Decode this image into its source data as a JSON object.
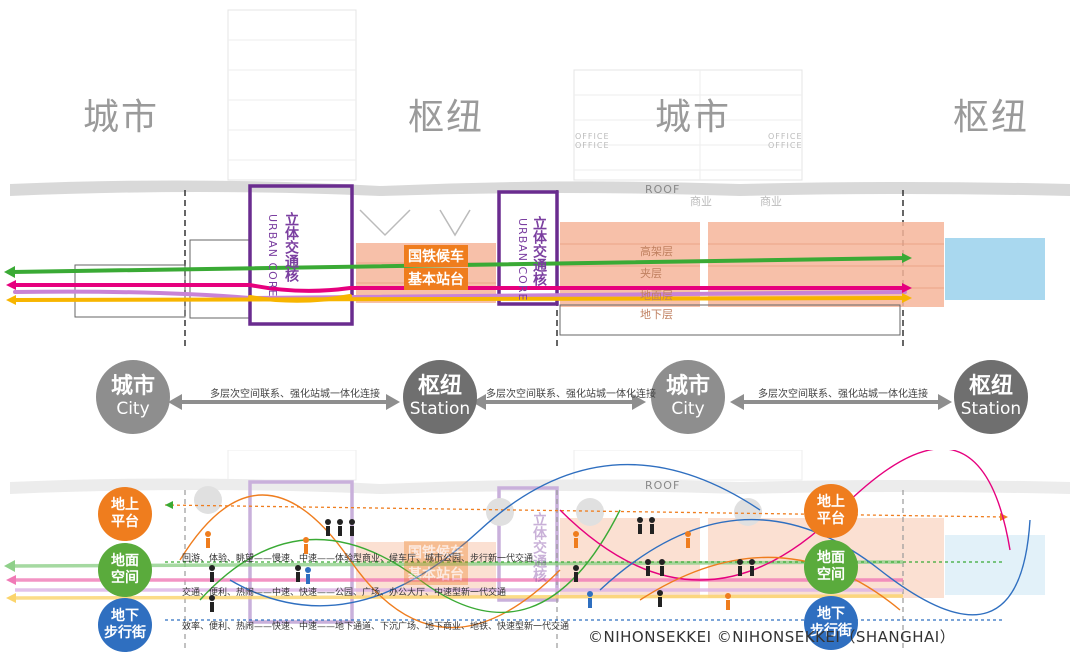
{
  "top_section": {
    "zones": [
      "城市",
      "枢纽",
      "城市",
      "枢纽"
    ],
    "roof_label": "ROOF",
    "office_label": [
      "OFFICE",
      "OFFICE"
    ],
    "tags": [
      "国铁候车",
      "基本站台"
    ],
    "core_zh": "立体交通核",
    "core_en": "URBAN CORE",
    "floor_labels": [
      "商业",
      "商业",
      "高架层",
      "夹层",
      "地面层",
      "地下层"
    ]
  },
  "middle_section": {
    "nodes": [
      {
        "zh": "城市",
        "en": "City"
      },
      {
        "zh": "枢纽",
        "en": "Station"
      },
      {
        "zh": "城市",
        "en": "City"
      },
      {
        "zh": "枢纽",
        "en": "Station"
      }
    ],
    "link_text": "多层次空间联系、强化站城一体化连接"
  },
  "bottom_section": {
    "roof_label": "ROOF",
    "levels": [
      {
        "label": "地上\n平台",
        "color": "#ef7d1e"
      },
      {
        "label": "地面\n空间",
        "color": "#5aab3c"
      },
      {
        "label": "地下\n步行街",
        "color": "#2f6fc0"
      }
    ],
    "notes": [
      "回游、体验、眺望——慢速、中速——体验型商业、候车厅、城市公园、步行新一代交通",
      "交通、便利、热闹——中速、快速——公园、广场、办公大厅、中速型新一代交通",
      "效率、便利、热闹——快速、中速——地下通道、下沉广场、地下商业、地铁、快速型新一代交通"
    ],
    "tags": [
      "国铁候车",
      "基本站台"
    ],
    "core_zh": "立体交通核"
  },
  "copyright": "©NIHONSEKKEI   ©NIHONSEKKEI（SHANGHAI）",
  "colors": {
    "green": "#3aaa35",
    "pink": "#e6007e",
    "yellow": "#f7b500",
    "purple": "#7b3fa0",
    "orange_block": "#f6b59a",
    "blue_block": "#a9d8ef",
    "gray": "#8e8e8e"
  }
}
